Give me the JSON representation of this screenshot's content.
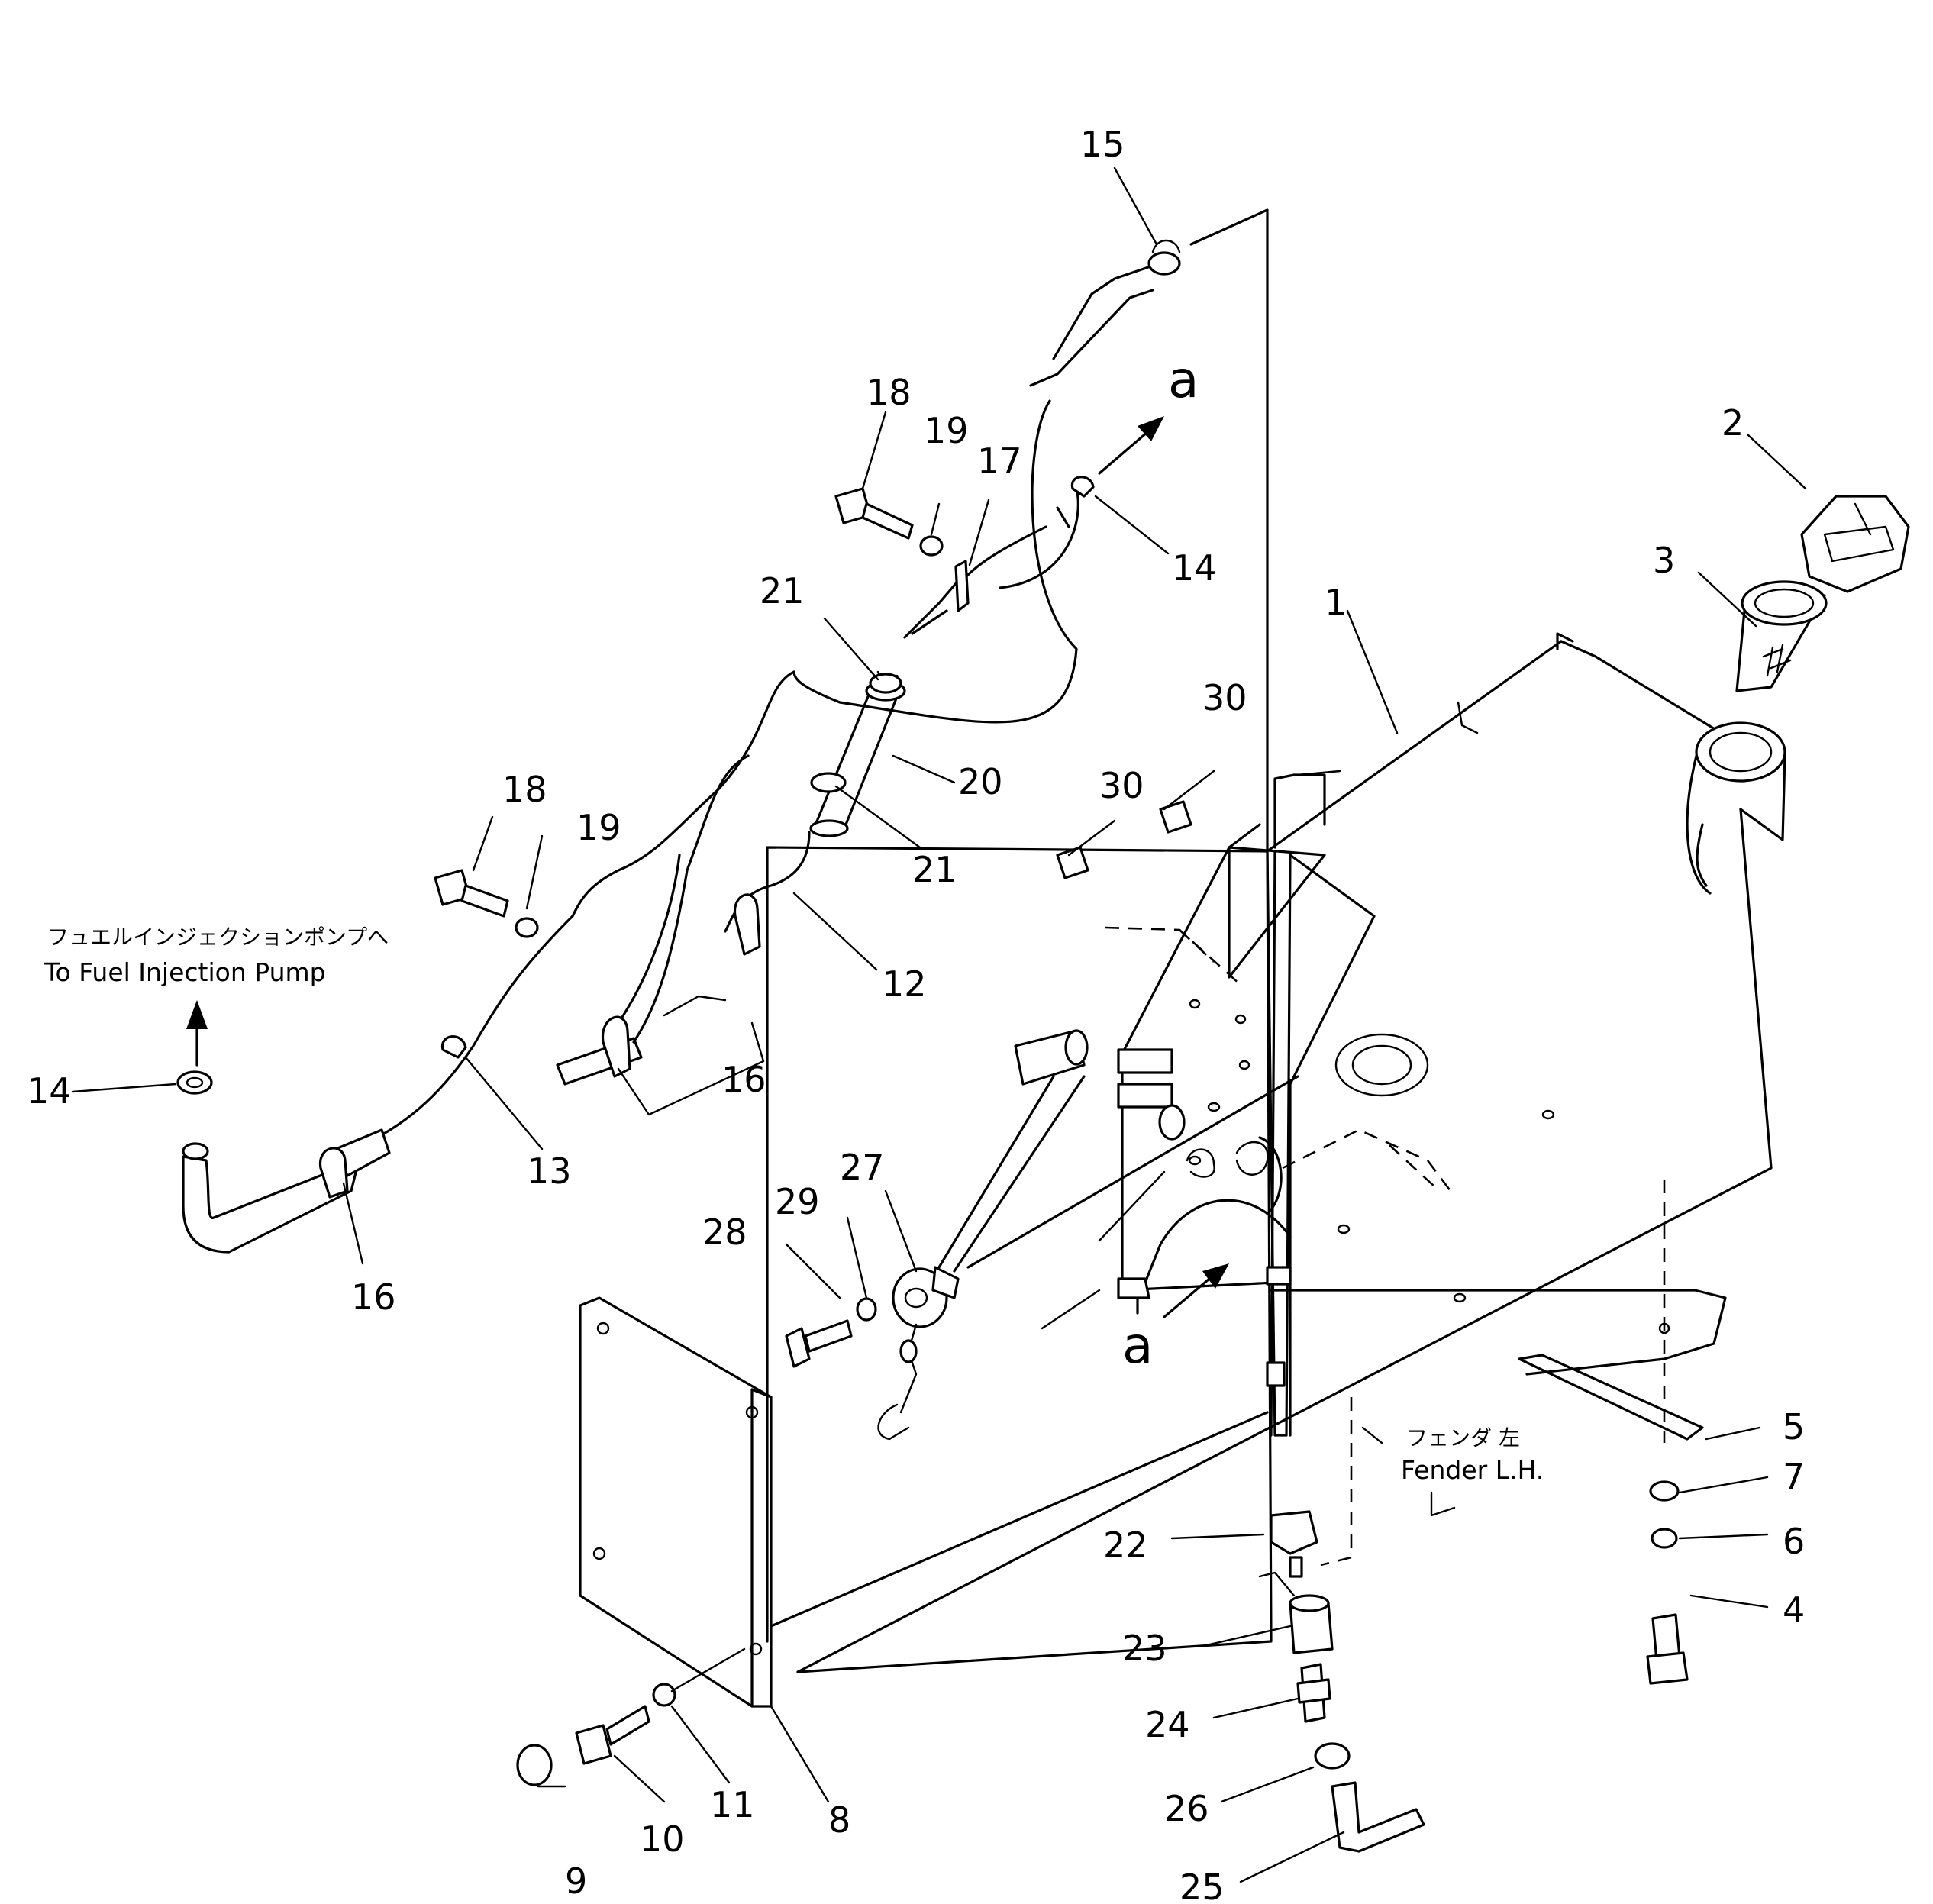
{
  "callouts": {
    "c1": "1",
    "c2": "2",
    "c3": "3",
    "c4": "4",
    "c5": "5",
    "c6": "6",
    "c7": "7",
    "c8": "8",
    "c9": "9",
    "c10": "10",
    "c11": "11",
    "c12": "12",
    "c13": "13",
    "c14a": "14",
    "c14b": "14",
    "c15": "15",
    "c16a": "16",
    "c16b": "16",
    "c17": "17",
    "c18a": "18",
    "c18b": "18",
    "c19a": "19",
    "c19b": "19",
    "c20": "20",
    "c21a": "21",
    "c21b": "21",
    "c22": "22",
    "c23": "23",
    "c24": "24",
    "c25": "25",
    "c26": "26",
    "c27": "27",
    "c28": "28",
    "c29": "29",
    "c30a": "30",
    "c30b": "30"
  },
  "arrows": {
    "top": "a",
    "bottom": "a"
  },
  "notes": {
    "pump_jp": "フュエルインジェクションポンプへ",
    "pump_en": "To Fuel Injection Pump",
    "fender_jp": "フェンダ 左",
    "fender_en": "Fender L.H."
  }
}
